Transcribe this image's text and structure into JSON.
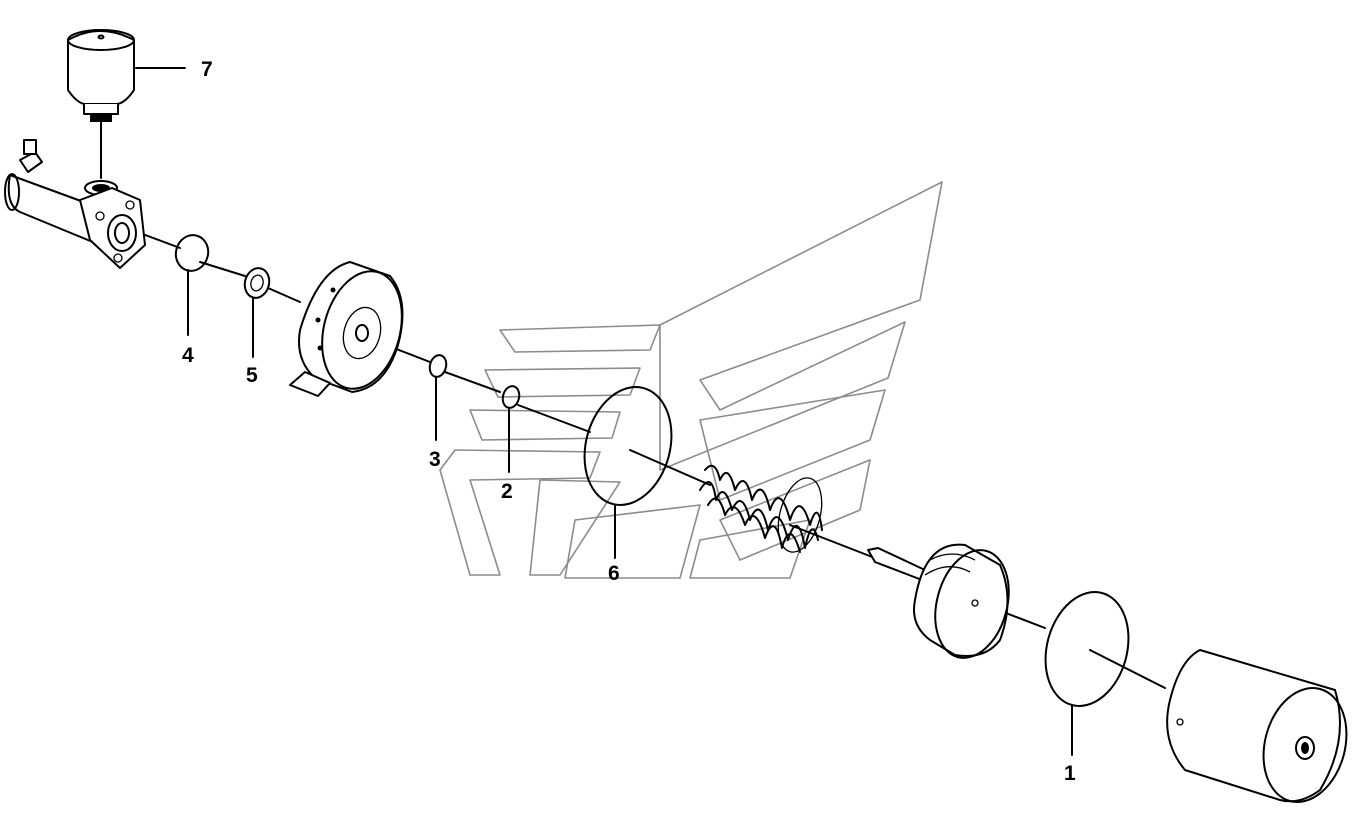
{
  "diagram": {
    "callouts": [
      {
        "id": "1",
        "label": "1"
      },
      {
        "id": "2",
        "label": "2"
      },
      {
        "id": "3",
        "label": "3"
      },
      {
        "id": "4",
        "label": "4"
      },
      {
        "id": "5",
        "label": "5"
      },
      {
        "id": "6",
        "label": "6"
      },
      {
        "id": "7",
        "label": "7"
      }
    ],
    "colors": {
      "line": "#000000",
      "watermark": "#8c8c8c",
      "background": "#ffffff"
    }
  }
}
